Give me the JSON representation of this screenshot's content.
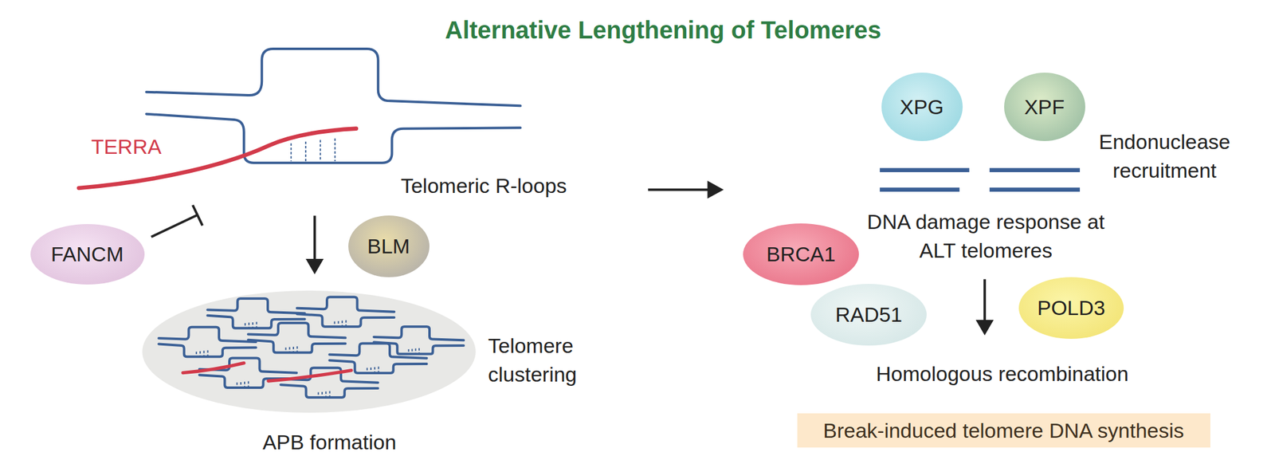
{
  "diagram": {
    "title": "Alternative Lengthening of Telomeres",
    "nodes": [
      {
        "text": [
          "FANCM"
        ]
      },
      {
        "text": [
          "BLM"
        ]
      },
      {
        "text": [
          "XPG"
        ]
      },
      {
        "text": [
          "XPF"
        ]
      },
      {
        "text": [
          "BRCA1"
        ]
      },
      {
        "text": [
          "RAD51"
        ]
      },
      {
        "text": [
          "POLD3"
        ]
      },
      {
        "text": [
          "Break-induced telomere DNA synthesis"
        ]
      }
    ],
    "labels": [
      "TERRA",
      "Telomeric R-loops",
      "Telomere clustering",
      "APB formation",
      "Endonuclease recruitment",
      "DNA damage response at ALT telomeres",
      "Homologous recombination"
    ]
  }
}
